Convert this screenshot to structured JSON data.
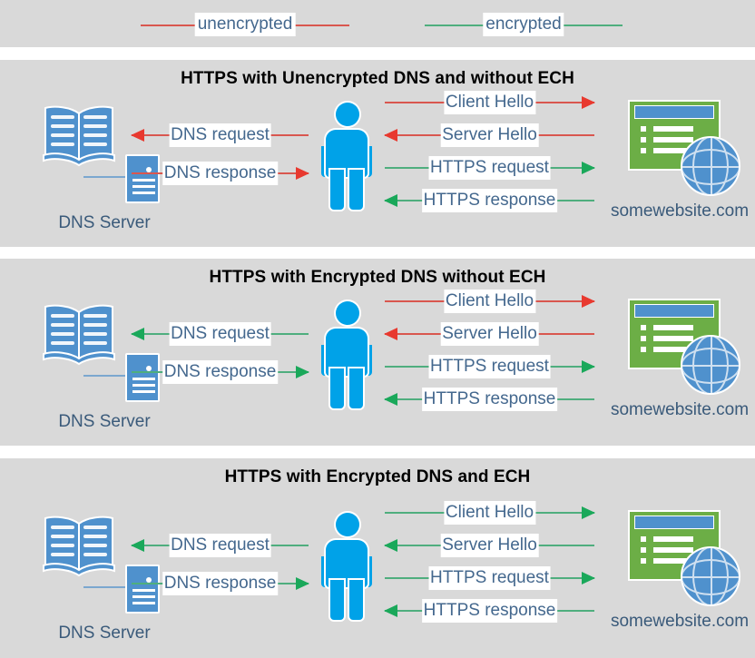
{
  "colors": {
    "panel_background": "#d9d9d9",
    "page_background": "#ffffff",
    "unencrypted": "#e8392f",
    "unencrypted_line": "#d9574f",
    "encrypted": "#1aa85a",
    "encrypted_line": "#4fae7e",
    "label_text": "#44688e",
    "title_text": "#000000",
    "person": "#00a2e8",
    "server_blue": "#4f91cd",
    "website_green": "#6cae46"
  },
  "legend": {
    "items": [
      {
        "label": "unencrypted",
        "color": "#d9574f"
      },
      {
        "label": "encrypted",
        "color": "#4fae7e"
      }
    ]
  },
  "nodes": {
    "dns_server_label": "DNS Server",
    "website_label": "somewebsite.com"
  },
  "panels": [
    {
      "title": "HTTPS with Unencrypted DNS and without ECH",
      "dns_flows": [
        {
          "label": "DNS request",
          "direction": "left",
          "encrypted": false
        },
        {
          "label": "DNS response",
          "direction": "right",
          "encrypted": false
        }
      ],
      "web_flows": [
        {
          "label": "Client Hello",
          "direction": "right",
          "encrypted": false
        },
        {
          "label": "Server Hello",
          "direction": "left",
          "encrypted": false
        },
        {
          "label": "HTTPS request",
          "direction": "right",
          "encrypted": true
        },
        {
          "label": "HTTPS response",
          "direction": "left",
          "encrypted": true
        }
      ]
    },
    {
      "title": "HTTPS with Encrypted DNS without ECH",
      "dns_flows": [
        {
          "label": "DNS request",
          "direction": "left",
          "encrypted": true
        },
        {
          "label": "DNS response",
          "direction": "right",
          "encrypted": true
        }
      ],
      "web_flows": [
        {
          "label": "Client Hello",
          "direction": "right",
          "encrypted": false
        },
        {
          "label": "Server Hello",
          "direction": "left",
          "encrypted": false
        },
        {
          "label": "HTTPS request",
          "direction": "right",
          "encrypted": true
        },
        {
          "label": "HTTPS response",
          "direction": "left",
          "encrypted": true
        }
      ]
    },
    {
      "title": "HTTPS with Encrypted DNS and ECH",
      "dns_flows": [
        {
          "label": "DNS request",
          "direction": "left",
          "encrypted": true
        },
        {
          "label": "DNS response",
          "direction": "right",
          "encrypted": true
        }
      ],
      "web_flows": [
        {
          "label": "Client Hello",
          "direction": "right",
          "encrypted": true
        },
        {
          "label": "Server Hello",
          "direction": "left",
          "encrypted": true
        },
        {
          "label": "HTTPS request",
          "direction": "right",
          "encrypted": true
        },
        {
          "label": "HTTPS response",
          "direction": "left",
          "encrypted": true
        }
      ]
    }
  ]
}
